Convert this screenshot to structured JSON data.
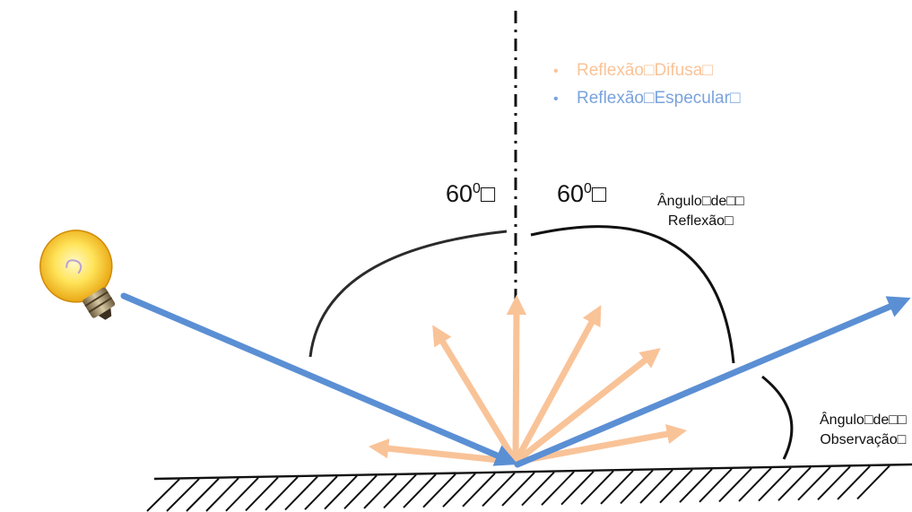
{
  "colors": {
    "diffuse": "#F9C398",
    "specular": "#5B8FD4",
    "ink": "#111111",
    "arc": "#2b2b2b"
  },
  "icons": {
    "light_source": "light-bulb-icon"
  },
  "legend": {
    "bullet": "•",
    "diffuse_label": "Reflexão□Difusa□",
    "specular_label": "Reflexão□Especular□"
  },
  "angles": {
    "incidence": {
      "value": "60",
      "sup": "0",
      "suffix": "□"
    },
    "reflection": {
      "value": "60",
      "sup": "0",
      "suffix": "□"
    }
  },
  "notes": {
    "reflection_angle": {
      "line1": "Ângulo□de□□",
      "line2": "Reflexão□"
    },
    "observation_angle": {
      "line1": "Ângulo□de□□",
      "line2": "Observação□"
    }
  }
}
